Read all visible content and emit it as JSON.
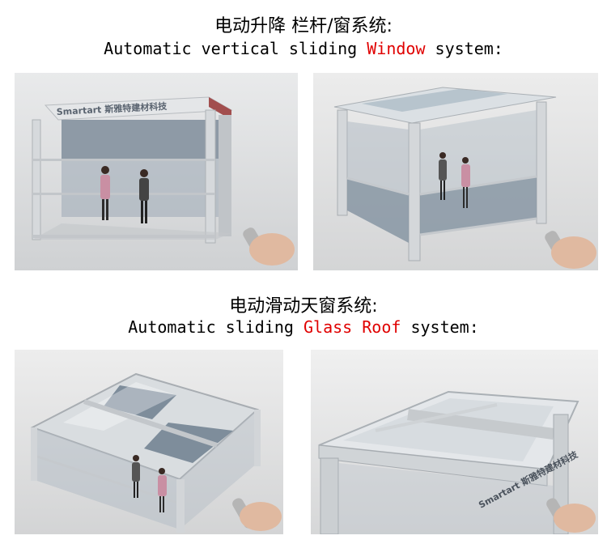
{
  "section1": {
    "title_cn": "电动升降 栏杆/窗系统:",
    "title_en_before": "Automatic vertical sliding ",
    "title_en_highlight": "Window",
    "title_en_after": " system:"
  },
  "section2": {
    "title_cn": "电动滑动天窗系统:",
    "title_en_before": "Automatic sliding ",
    "title_en_highlight": "Glass Roof",
    "title_en_after": " system:"
  },
  "photos": {
    "p1_brand": "Smartart",
    "p1_brand_cn": "斯雅特建材科技",
    "p4_brand": "Smartart",
    "p4_brand_cn": "斯雅特建材科技"
  },
  "colors": {
    "highlight": "#e00000",
    "frame": "#c9cdd1",
    "glass": "#8a98a6"
  }
}
